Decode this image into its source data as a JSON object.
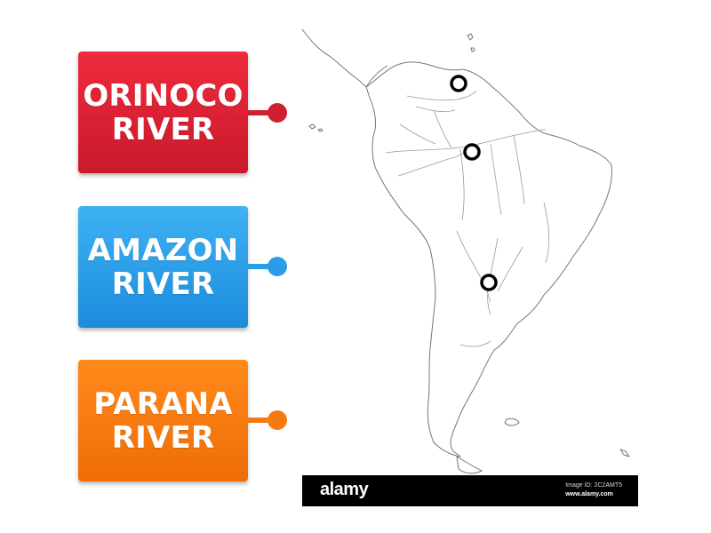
{
  "cards": [
    {
      "line1": "ORINOCO",
      "line2": "RIVER",
      "color": "#d81f31"
    },
    {
      "line1": "AMAZON",
      "line2": "RIVER",
      "color": "#2a9de7"
    },
    {
      "line1": "PARANA",
      "line2": "RIVER",
      "color": "#f57a0f"
    }
  ],
  "map": {
    "icon": "south-america-map",
    "targets": 3
  },
  "watermark": {
    "logo": "alamy",
    "image_id": "Image ID: 2C2AMT5",
    "url": "www.alamy.com"
  }
}
